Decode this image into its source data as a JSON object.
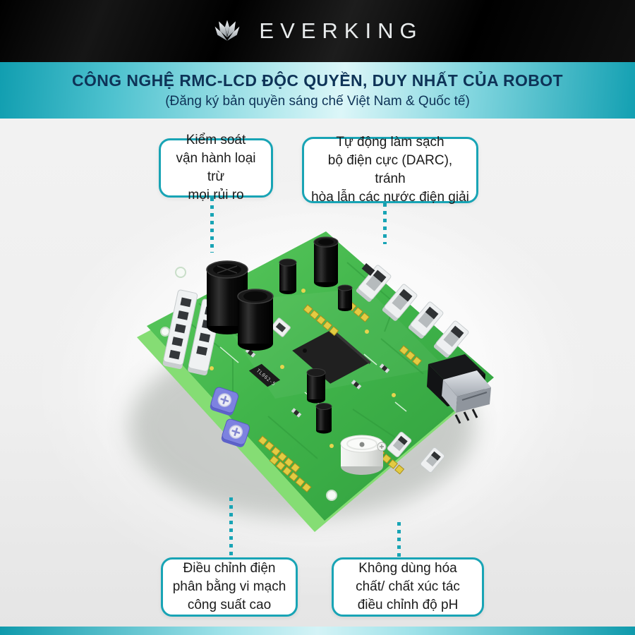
{
  "header": {
    "brand": "EVERKING"
  },
  "banner": {
    "title": "CÔNG NGHỆ RMC-LCD ĐỘC QUYỀN, DUY NHẤT CỦA ROBOT",
    "subtitle": "(Đăng ký bản quyền sáng chế Việt Nam & Quốc tế)"
  },
  "callouts": {
    "top_left": "Kiểm soát\nvận hành loại trừ\nmọi rủi ro",
    "top_right": "Tự động làm sạch\nbộ điện cực (DARC), tránh\nhòa lẫn các nước điện giải",
    "bottom_left": "Điều chỉnh điện\nphân bằng vi mạch\ncông suất cao",
    "bottom_right": "Không dùng hóa\nchất/ chất xúc tác\nđiều chỉnh độ pH"
  },
  "board": {
    "ic_label": "TL062-5"
  },
  "colors": {
    "accent_teal": "#18a4b5",
    "banner_text_navy": "#0e3357",
    "board_green": "#41b54b",
    "header_black": "#000000"
  }
}
